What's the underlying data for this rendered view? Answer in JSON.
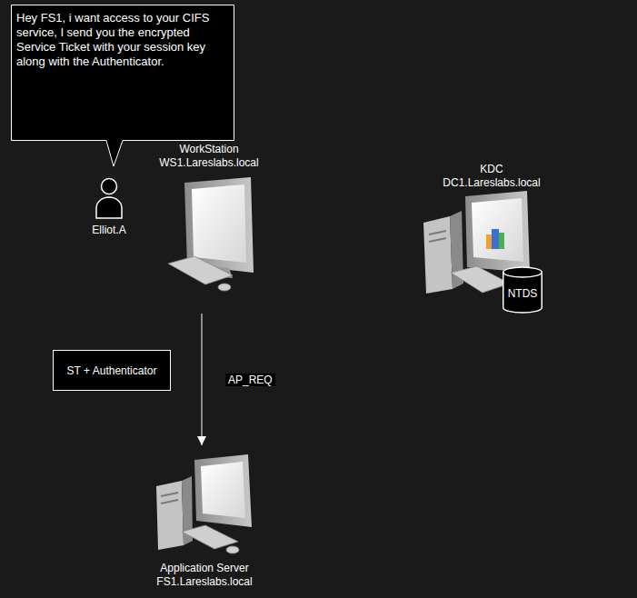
{
  "diagram": {
    "nodes": [
      {
        "text": [
          "Hey FS1, i want access to your CIFS service, I send you the encrypted Service Ticket with your session key along with the Authenticator."
        ]
      },
      {
        "text": [
          "Elliot.A"
        ]
      },
      {
        "text": [
          "WorkStation WS1.Lareslabs.local"
        ]
      },
      {
        "text": [
          "KDC DC1.Lareslabs.local"
        ]
      },
      {
        "text": [
          "NTDS"
        ],
        "in": 3
      },
      {
        "text": [
          "ST + Authenticator"
        ]
      },
      {
        "text": [
          "Application Server FS1.Lareslabs.local"
        ]
      }
    ],
    "edges": [
      {
        "from": 2,
        "to": 6,
        "arrow": "to",
        "label": "AP_REQ"
      }
    ]
  }
}
